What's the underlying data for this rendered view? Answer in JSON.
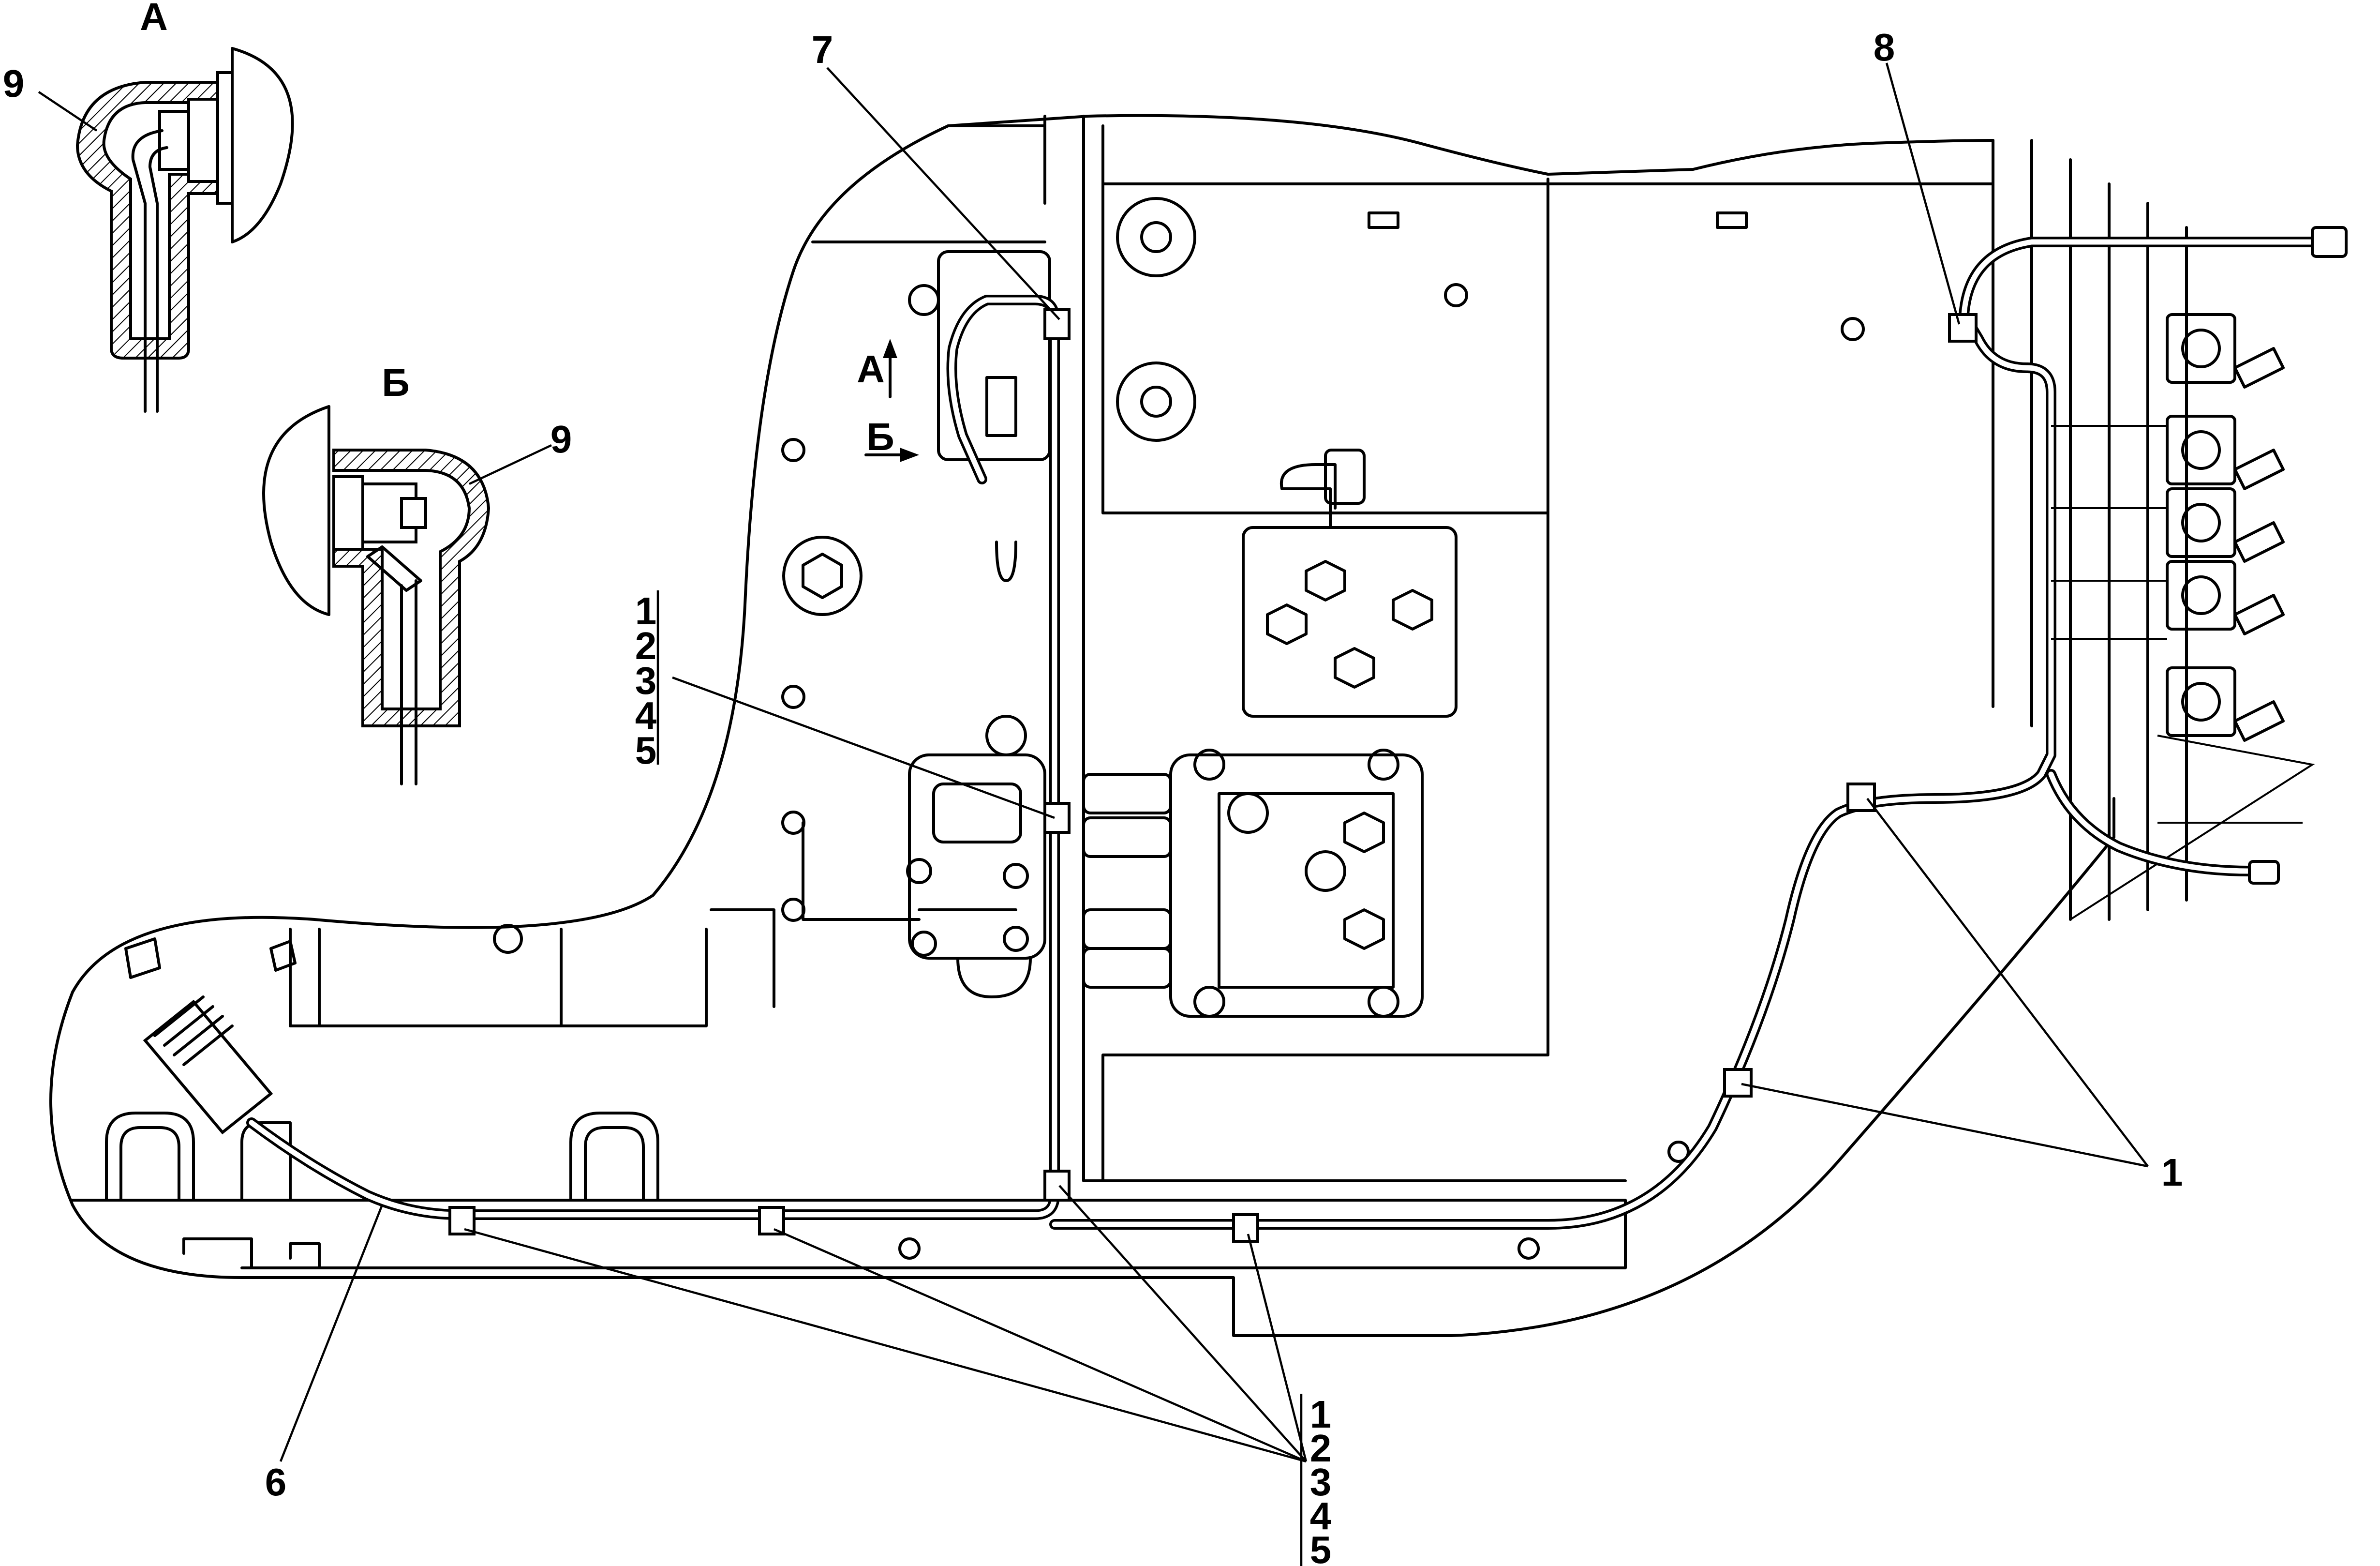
{
  "views": {
    "a": "А",
    "b": "Б"
  },
  "arrows": {
    "a": "А",
    "b": "Б"
  },
  "callouts": {
    "c1": "1",
    "c6": "6",
    "c7": "7",
    "c8": "8",
    "c9a": "9",
    "c9b": "9"
  },
  "groups": {
    "upper": [
      "1",
      "2",
      "3",
      "4",
      "5"
    ],
    "lower": [
      "1",
      "2",
      "3",
      "4",
      "5"
    ]
  }
}
